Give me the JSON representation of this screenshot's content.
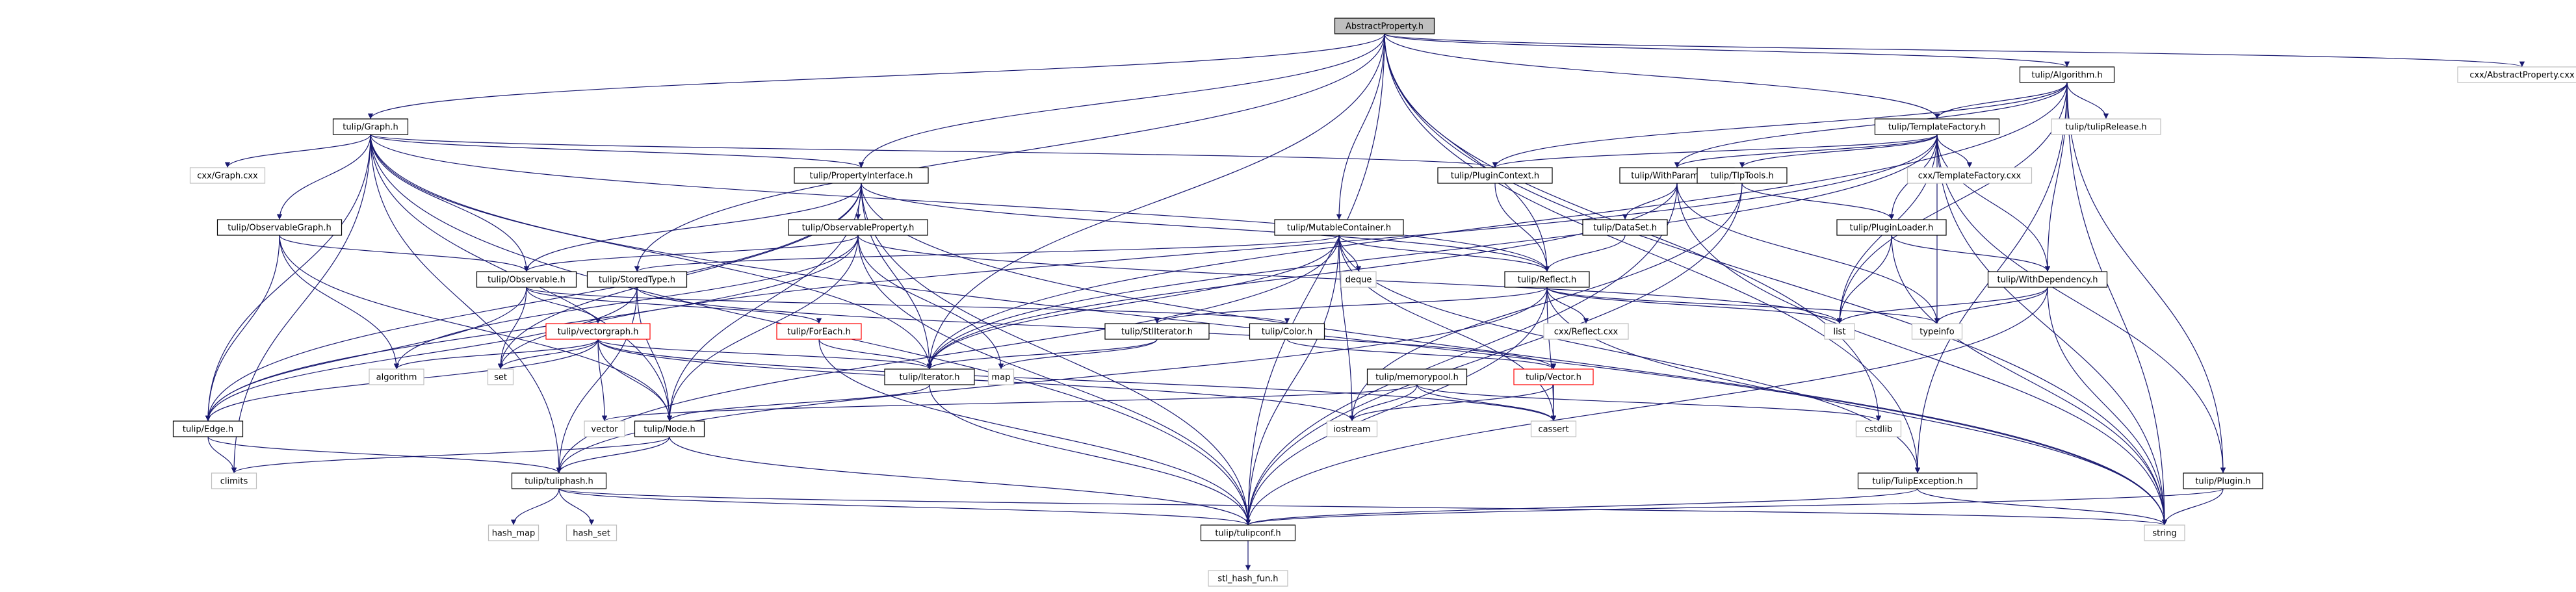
{
  "graph": {
    "root": "AbstractProperty.h",
    "edge_color": "#191970",
    "root_fill": "#bfbfbf",
    "nodes": [
      {
        "id": "ap",
        "label": "AbstractProperty.h",
        "style": "root"
      },
      {
        "id": "cxxap",
        "label": "cxx/AbstractProperty.cxx",
        "style": "grey"
      },
      {
        "id": "graph",
        "label": "tulip/Graph.h",
        "style": "normal"
      },
      {
        "id": "algo",
        "label": "tulip/Algorithm.h",
        "style": "normal"
      },
      {
        "id": "tf",
        "label": "tulip/TemplateFactory.h",
        "style": "normal"
      },
      {
        "id": "release",
        "label": "tulip/tulipRelease.h",
        "style": "grey"
      },
      {
        "id": "graphcxx",
        "label": "cxx/Graph.cxx",
        "style": "grey"
      },
      {
        "id": "tfcxx",
        "label": "cxx/TemplateFactory.cxx",
        "style": "grey"
      },
      {
        "id": "pi",
        "label": "tulip/PropertyInterface.h",
        "style": "normal"
      },
      {
        "id": "pc",
        "label": "tulip/PluginContext.h",
        "style": "normal"
      },
      {
        "id": "wp",
        "label": "tulip/WithParameter.h",
        "style": "normal"
      },
      {
        "id": "tlptools",
        "label": "tulip/TlpTools.h",
        "style": "normal"
      },
      {
        "id": "og",
        "label": "tulip/ObservableGraph.h",
        "style": "normal"
      },
      {
        "id": "op",
        "label": "tulip/ObservableProperty.h",
        "style": "normal"
      },
      {
        "id": "mc",
        "label": "tulip/MutableContainer.h",
        "style": "normal"
      },
      {
        "id": "ds",
        "label": "tulip/DataSet.h",
        "style": "normal"
      },
      {
        "id": "pl",
        "label": "tulip/PluginLoader.h",
        "style": "normal"
      },
      {
        "id": "obs",
        "label": "tulip/Observable.h",
        "style": "normal"
      },
      {
        "id": "st",
        "label": "tulip/StoredType.h",
        "style": "normal"
      },
      {
        "id": "deque",
        "label": "deque",
        "style": "grey"
      },
      {
        "id": "reflect",
        "label": "tulip/Reflect.h",
        "style": "normal"
      },
      {
        "id": "wd",
        "label": "tulip/WithDependency.h",
        "style": "normal"
      },
      {
        "id": "list",
        "label": "list",
        "style": "grey"
      },
      {
        "id": "typeinfo",
        "label": "typeinfo",
        "style": "grey"
      },
      {
        "id": "color",
        "label": "tulip/Color.h",
        "style": "normal"
      },
      {
        "id": "foreach",
        "label": "tulip/ForEach.h",
        "style": "red"
      },
      {
        "id": "vg",
        "label": "tulip/vectorgraph.h",
        "style": "red"
      },
      {
        "id": "stlit",
        "label": "tulip/StlIterator.h",
        "style": "normal"
      },
      {
        "id": "reflectcxx",
        "label": "cxx/Reflect.cxx",
        "style": "grey"
      },
      {
        "id": "algorithm",
        "label": "algorithm",
        "style": "grey"
      },
      {
        "id": "set",
        "label": "set",
        "style": "grey"
      },
      {
        "id": "iter",
        "label": "tulip/Iterator.h",
        "style": "normal"
      },
      {
        "id": "map",
        "label": "map",
        "style": "grey"
      },
      {
        "id": "mp",
        "label": "tulip/memorypool.h",
        "style": "normal"
      },
      {
        "id": "vector",
        "label": "tulip/Vector.h",
        "style": "red"
      },
      {
        "id": "edge",
        "label": "tulip/Edge.h",
        "style": "normal"
      },
      {
        "id": "vec",
        "label": "vector",
        "style": "grey"
      },
      {
        "id": "node",
        "label": "tulip/Node.h",
        "style": "normal"
      },
      {
        "id": "iostream",
        "label": "iostream",
        "style": "grey"
      },
      {
        "id": "cassert",
        "label": "cassert",
        "style": "grey"
      },
      {
        "id": "cstdlib",
        "label": "cstdlib",
        "style": "grey"
      },
      {
        "id": "climits",
        "label": "climits",
        "style": "grey"
      },
      {
        "id": "hash",
        "label": "tulip/tuliphash.h",
        "style": "normal"
      },
      {
        "id": "exc",
        "label": "tulip/TulipException.h",
        "style": "normal"
      },
      {
        "id": "plugin",
        "label": "tulip/Plugin.h",
        "style": "normal"
      },
      {
        "id": "hashmap",
        "label": "hash_map",
        "style": "grey"
      },
      {
        "id": "hashset",
        "label": "hash_set",
        "style": "grey"
      },
      {
        "id": "conf",
        "label": "tulip/tulipconf.h",
        "style": "normal"
      },
      {
        "id": "string",
        "label": "string",
        "style": "grey"
      },
      {
        "id": "stlhash",
        "label": "stl_hash_fun.h",
        "style": "grey"
      }
    ],
    "edges": [
      [
        "ap",
        "cxxap"
      ],
      [
        "ap",
        "graph"
      ],
      [
        "ap",
        "algo"
      ],
      [
        "ap",
        "tf"
      ],
      [
        "ap",
        "pi"
      ],
      [
        "ap",
        "mc"
      ],
      [
        "ap",
        "st"
      ],
      [
        "ap",
        "reflect"
      ],
      [
        "ap",
        "iter"
      ],
      [
        "ap",
        "conf"
      ],
      [
        "ap",
        "string"
      ],
      [
        "ap",
        "cstdlib"
      ],
      [
        "ap",
        "exc"
      ],
      [
        "algo",
        "release"
      ],
      [
        "algo",
        "tf"
      ],
      [
        "algo",
        "wp"
      ],
      [
        "algo",
        "wd"
      ],
      [
        "algo",
        "pc"
      ],
      [
        "algo",
        "exc"
      ],
      [
        "algo",
        "plugin"
      ],
      [
        "algo",
        "string"
      ],
      [
        "algo",
        "list"
      ],
      [
        "algo",
        "iter"
      ],
      [
        "tf",
        "tfcxx"
      ],
      [
        "tf",
        "pc"
      ],
      [
        "tf",
        "wp"
      ],
      [
        "tf",
        "tlptools"
      ],
      [
        "tf",
        "pl"
      ],
      [
        "tf",
        "wd"
      ],
      [
        "tf",
        "plugin"
      ],
      [
        "tf",
        "list"
      ],
      [
        "tf",
        "string"
      ],
      [
        "tf",
        "typeinfo"
      ],
      [
        "tf",
        "set"
      ],
      [
        "tf",
        "iter"
      ],
      [
        "graph",
        "graphcxx"
      ],
      [
        "graph",
        "og"
      ],
      [
        "graph",
        "pi"
      ],
      [
        "graph",
        "obs"
      ],
      [
        "graph",
        "pc"
      ],
      [
        "graph",
        "reflect"
      ],
      [
        "graph",
        "edge"
      ],
      [
        "graph",
        "node"
      ],
      [
        "graph",
        "iter"
      ],
      [
        "graph",
        "hash"
      ],
      [
        "graph",
        "conf"
      ],
      [
        "graph",
        "climits"
      ],
      [
        "graph",
        "string"
      ],
      [
        "pi",
        "op"
      ],
      [
        "pi",
        "obs"
      ],
      [
        "pi",
        "reflect"
      ],
      [
        "pi",
        "iter"
      ],
      [
        "pi",
        "node"
      ],
      [
        "pi",
        "edge"
      ],
      [
        "pi",
        "conf"
      ],
      [
        "pi",
        "string"
      ],
      [
        "pi",
        "set"
      ],
      [
        "op",
        "obs"
      ],
      [
        "op",
        "list"
      ],
      [
        "op",
        "map"
      ],
      [
        "op",
        "node"
      ],
      [
        "op",
        "edge"
      ],
      [
        "op",
        "conf"
      ],
      [
        "op",
        "algorithm"
      ],
      [
        "og",
        "obs"
      ],
      [
        "og",
        "algorithm"
      ],
      [
        "og",
        "edge"
      ],
      [
        "og",
        "node"
      ],
      [
        "mc",
        "st"
      ],
      [
        "mc",
        "reflect"
      ],
      [
        "mc",
        "deque"
      ],
      [
        "mc",
        "iter"
      ],
      [
        "mc",
        "hash"
      ],
      [
        "mc",
        "conf"
      ],
      [
        "mc",
        "iostream"
      ],
      [
        "mc",
        "cassert"
      ],
      [
        "mc",
        "exc"
      ],
      [
        "wp",
        "ds"
      ],
      [
        "wp",
        "iter"
      ],
      [
        "wp",
        "conf"
      ],
      [
        "wp",
        "string"
      ],
      [
        "wp",
        "typeinfo"
      ],
      [
        "ds",
        "reflect"
      ],
      [
        "pc",
        "reflect"
      ],
      [
        "tlptools",
        "pl"
      ],
      [
        "tlptools",
        "conf"
      ],
      [
        "tlptools",
        "iostream"
      ],
      [
        "pl",
        "list"
      ],
      [
        "pl",
        "wd"
      ],
      [
        "pl",
        "string"
      ],
      [
        "wd",
        "list"
      ],
      [
        "wd",
        "typeinfo"
      ],
      [
        "wd",
        "string"
      ],
      [
        "wd",
        "conf"
      ],
      [
        "obs",
        "set"
      ],
      [
        "obs",
        "vg"
      ],
      [
        "obs",
        "foreach"
      ],
      [
        "obs",
        "color"
      ],
      [
        "obs",
        "edge"
      ],
      [
        "st",
        "node"
      ],
      [
        "st",
        "hash"
      ],
      [
        "st",
        "vector"
      ],
      [
        "st",
        "edge"
      ],
      [
        "reflect",
        "reflectcxx"
      ],
      [
        "reflect",
        "list"
      ],
      [
        "reflect",
        "typeinfo"
      ],
      [
        "reflect",
        "string"
      ],
      [
        "reflect",
        "stlit"
      ],
      [
        "reflect",
        "cassert"
      ],
      [
        "reflect",
        "hash"
      ],
      [
        "reflect",
        "conf"
      ],
      [
        "color",
        "vector"
      ],
      [
        "foreach",
        "iter"
      ],
      [
        "foreach",
        "conf"
      ],
      [
        "vg",
        "algorithm"
      ],
      [
        "vg",
        "set"
      ],
      [
        "vg",
        "vec"
      ],
      [
        "vg",
        "node"
      ],
      [
        "vg",
        "edge"
      ],
      [
        "vg",
        "iter"
      ],
      [
        "vg",
        "cassert"
      ],
      [
        "vg",
        "iostream"
      ],
      [
        "stlit",
        "iter"
      ],
      [
        "stlit",
        "map"
      ],
      [
        "iter",
        "node"
      ],
      [
        "iter",
        "conf"
      ],
      [
        "mp",
        "vec"
      ],
      [
        "mp",
        "iostream"
      ],
      [
        "mp",
        "cassert"
      ],
      [
        "mp",
        "cstdlib"
      ],
      [
        "vector",
        "cassert"
      ],
      [
        "vector",
        "iostream"
      ],
      [
        "edge",
        "hash"
      ],
      [
        "edge",
        "climits"
      ],
      [
        "node",
        "hash"
      ],
      [
        "node",
        "climits"
      ],
      [
        "node",
        "conf"
      ],
      [
        "hash",
        "hashmap"
      ],
      [
        "hash",
        "hashset"
      ],
      [
        "hash",
        "conf"
      ],
      [
        "hash",
        "string"
      ],
      [
        "exc",
        "conf"
      ],
      [
        "exc",
        "string"
      ],
      [
        "plugin",
        "conf"
      ],
      [
        "plugin",
        "string"
      ],
      [
        "conf",
        "stlhash"
      ]
    ]
  }
}
